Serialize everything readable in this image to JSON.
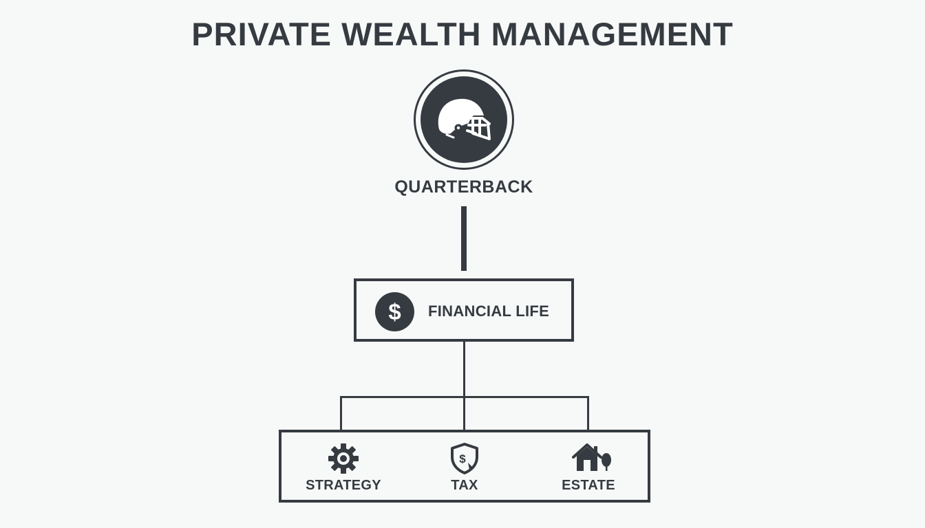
{
  "title": "PRIVATE WEALTH MANAGEMENT",
  "quarterback": {
    "icon": "football-helmet-icon",
    "label": "QUARTERBACK"
  },
  "financial_life": {
    "icon": "dollar-icon",
    "symbol": "$",
    "label": "FINANCIAL LIFE"
  },
  "services": [
    {
      "icon": "gear-icon",
      "label": "STRATEGY"
    },
    {
      "icon": "shield-dollar-icon",
      "label": "TAX"
    },
    {
      "icon": "house-tree-icon",
      "label": "ESTATE"
    }
  ],
  "colors": {
    "primary": "#353b40",
    "background": "#f7f8f8"
  }
}
